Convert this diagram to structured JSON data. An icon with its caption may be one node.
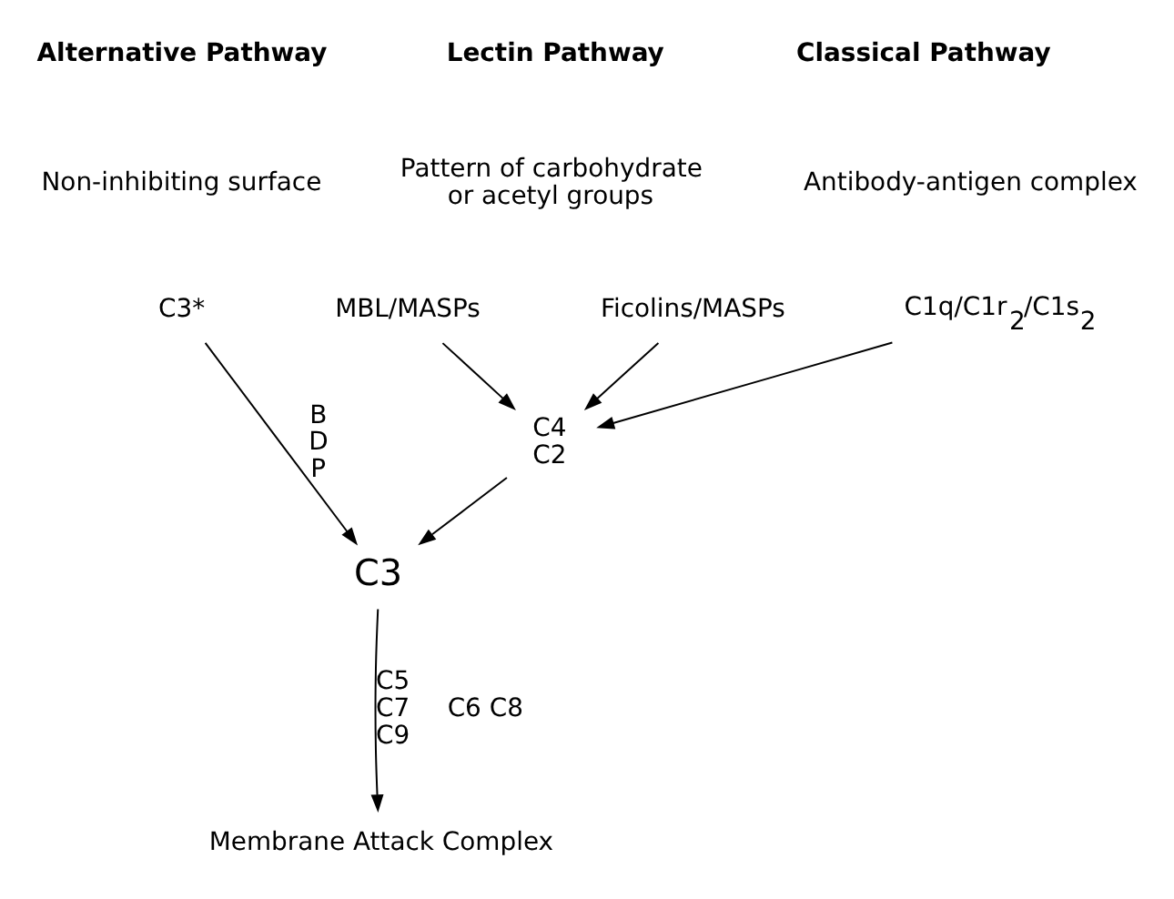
{
  "diagram": {
    "nodes": [
      {
        "text": [
          "C3*"
        ]
      },
      {
        "text": [
          "MBL/MASPs"
        ]
      },
      {
        "text": [
          "Ficolins/MASPs"
        ]
      },
      {
        "text": [
          "C1q/C1r$_{2}$/C1s$_{2}$"
        ]
      },
      {
        "text": [
          "C4",
          "C2"
        ]
      },
      {
        "text": [
          "C3"
        ]
      },
      {
        "text": [
          "Membrane Attack Complex"
        ]
      }
    ],
    "edges": [
      {
        "from": 0,
        "to": 5,
        "arrow": "to",
        "label": "B D P"
      },
      {
        "from": 1,
        "to": 4,
        "arrow": "to"
      },
      {
        "from": 2,
        "to": 4,
        "arrow": "to"
      },
      {
        "from": 3,
        "to": 4,
        "arrow": "to"
      },
      {
        "from": 4,
        "to": 5,
        "arrow": "to"
      },
      {
        "from": 5,
        "to": 6,
        "arrow": "to",
        "label": "C5 C7 C9"
      }
    ],
    "labels": [
      "Alternative Pathway",
      "Non-inhibiting surface",
      "Lectin Pathway",
      "Pattern of carbohydrate or acetyl groups",
      "Classical Pathway",
      "Antibody-antigen complex",
      "C6 C8"
    ]
  }
}
